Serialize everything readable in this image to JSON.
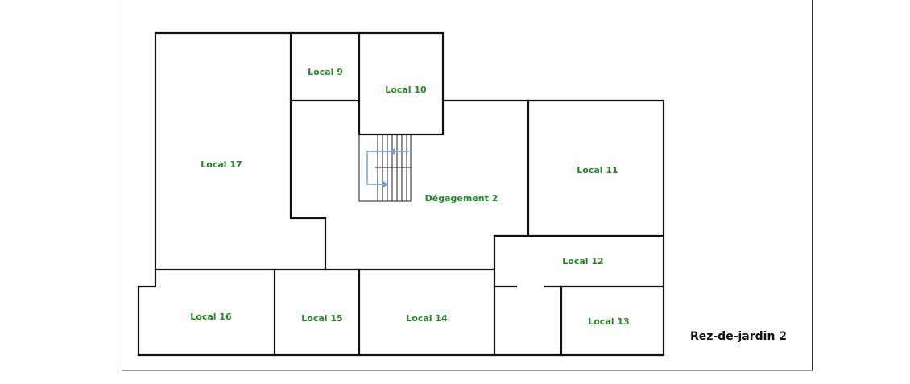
{
  "level_label": "Rez-de-jardin 2",
  "colors": {
    "room_label": "#1e8a1e",
    "walls": "#111111",
    "stair_arrow": "#6f9be6"
  },
  "rooms": {
    "local_9": "Local 9",
    "local_10": "Local 10",
    "local_11": "Local 11",
    "local_12": "Local 12",
    "local_13": "Local 13",
    "local_14": "Local 14",
    "local_15": "Local 15",
    "local_16": "Local 16",
    "local_17": "Local 17",
    "degagement_2": "Dégagement 2"
  }
}
